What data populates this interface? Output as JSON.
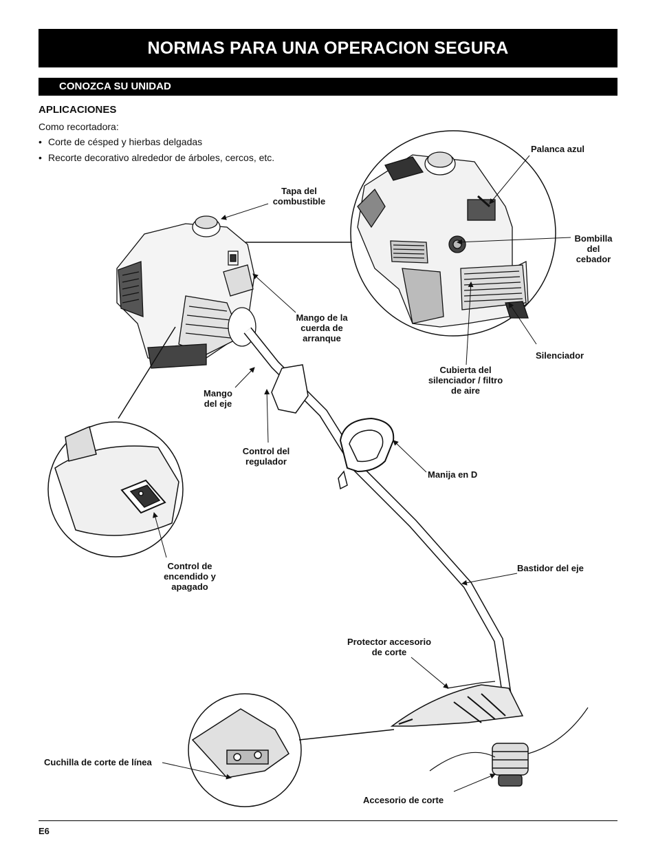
{
  "header": {
    "title": "NORMAS PARA UNA OPERACION SEGURA"
  },
  "section": {
    "title": "CONOZCA SU UNIDAD"
  },
  "applications": {
    "heading": "APLICACIONES",
    "intro": "Como recortadora:",
    "bullets": [
      "Corte de césped y hierbas delgadas",
      "Recorte decorativo alrededor de árboles, cercos, etc."
    ]
  },
  "labels": {
    "palanca_azul": "Palanca azul",
    "tapa_combustible": [
      "Tapa del",
      "combustible"
    ],
    "bombilla_cebador": [
      "Bombilla",
      "del",
      "cebador"
    ],
    "mango_cuerda": [
      "Mango de la",
      "cuerda de",
      "arranque"
    ],
    "silenciador": "Silenciador",
    "cubierta_silenciador": [
      "Cubierta del",
      "silenciador / filtro",
      "de aire"
    ],
    "mango_eje": [
      "Mango",
      "del eje"
    ],
    "control_regulador": [
      "Control del",
      "regulador"
    ],
    "manija_d": "Manija en D",
    "control_encendido": [
      "Control de",
      "encendido y",
      "apagado"
    ],
    "bastidor_eje": "Bastidor del eje",
    "protector_accesorio": [
      "Protector accesorio",
      "de corte"
    ],
    "cuchilla": "Cuchilla de corte de línea",
    "accesorio_corte": "Accesorio de corte"
  },
  "footer": {
    "page_number": "E6"
  }
}
